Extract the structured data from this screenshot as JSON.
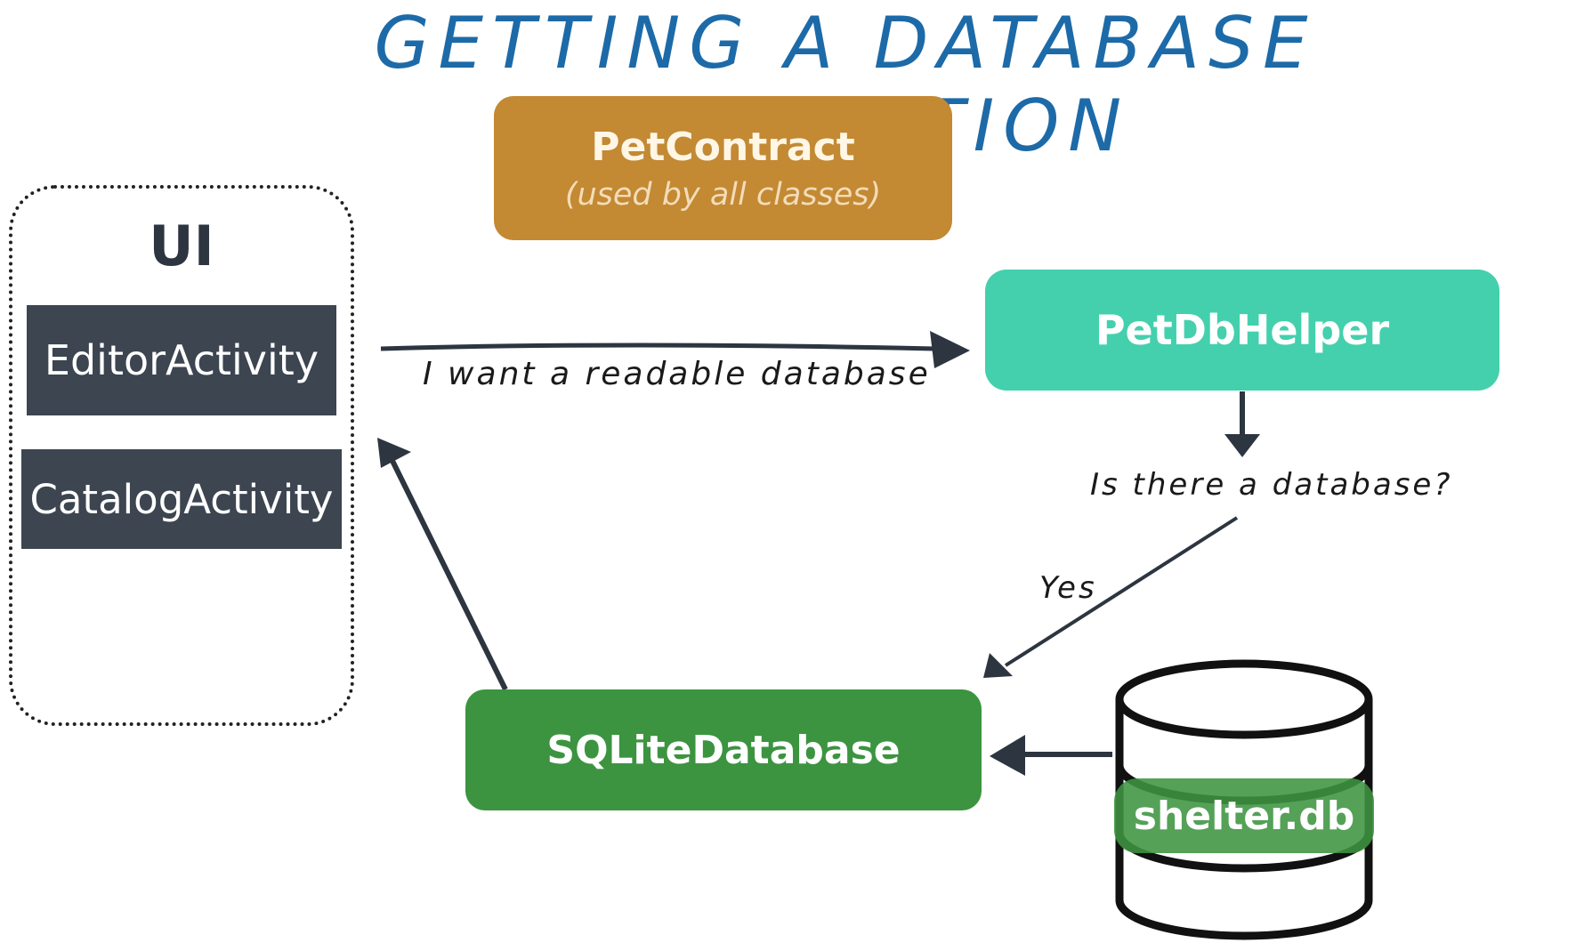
{
  "title": "GETTING A DATABASE CONNECTION",
  "ui_group": {
    "label": "UI",
    "items": [
      "EditorActivity",
      "CatalogActivity"
    ]
  },
  "pet_contract": {
    "label": "PetContract",
    "subtitle": "(used by all classes)"
  },
  "pet_db_helper": {
    "label": "PetDbHelper"
  },
  "sqlite_database": {
    "label": "SQLiteDatabase"
  },
  "database_file": {
    "label": "shelter.db"
  },
  "annotations": {
    "request": "I want a readable database",
    "question": "Is there a database?",
    "answer": "Yes"
  },
  "colors": {
    "title": "#1d6aa8",
    "pet_contract": "#c38933",
    "pet_db_helper": "#44d0ad",
    "sqlite_database": "#3c9440",
    "activity_box": "#3c4550",
    "arrow": "#2d3540"
  }
}
